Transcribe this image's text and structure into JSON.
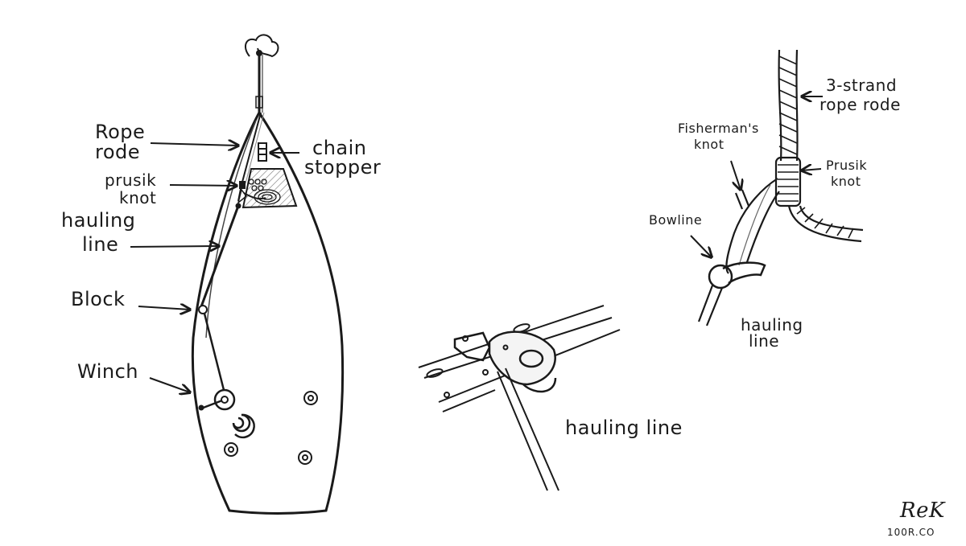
{
  "diagram": {
    "boat_view": {
      "labels": {
        "rope_rode": [
          "Rope",
          "rode"
        ],
        "chain_stopper": [
          "chain",
          "stopper"
        ],
        "prusik_knot": [
          "prusik",
          "knot"
        ],
        "hauling_line": [
          "hauling",
          "line"
        ],
        "block": "Block",
        "winch": "Winch"
      }
    },
    "block_detail": {
      "labels": {
        "hauling_line": "hauling line"
      }
    },
    "knot_detail": {
      "labels": {
        "three_strand": [
          "3-strand",
          "rope rode"
        ],
        "fishermans_knot": [
          "Fisherman's",
          "knot"
        ],
        "prusik_knot": [
          "Prusik",
          "knot"
        ],
        "bowline": "Bowline",
        "hauling_line": [
          "hauling",
          "line"
        ]
      }
    },
    "signature": {
      "initials": "ReK",
      "site": "100R.CO"
    },
    "colors": {
      "ink": "#1a1a1a",
      "shade": "#888888",
      "paper": "#ffffff"
    }
  }
}
